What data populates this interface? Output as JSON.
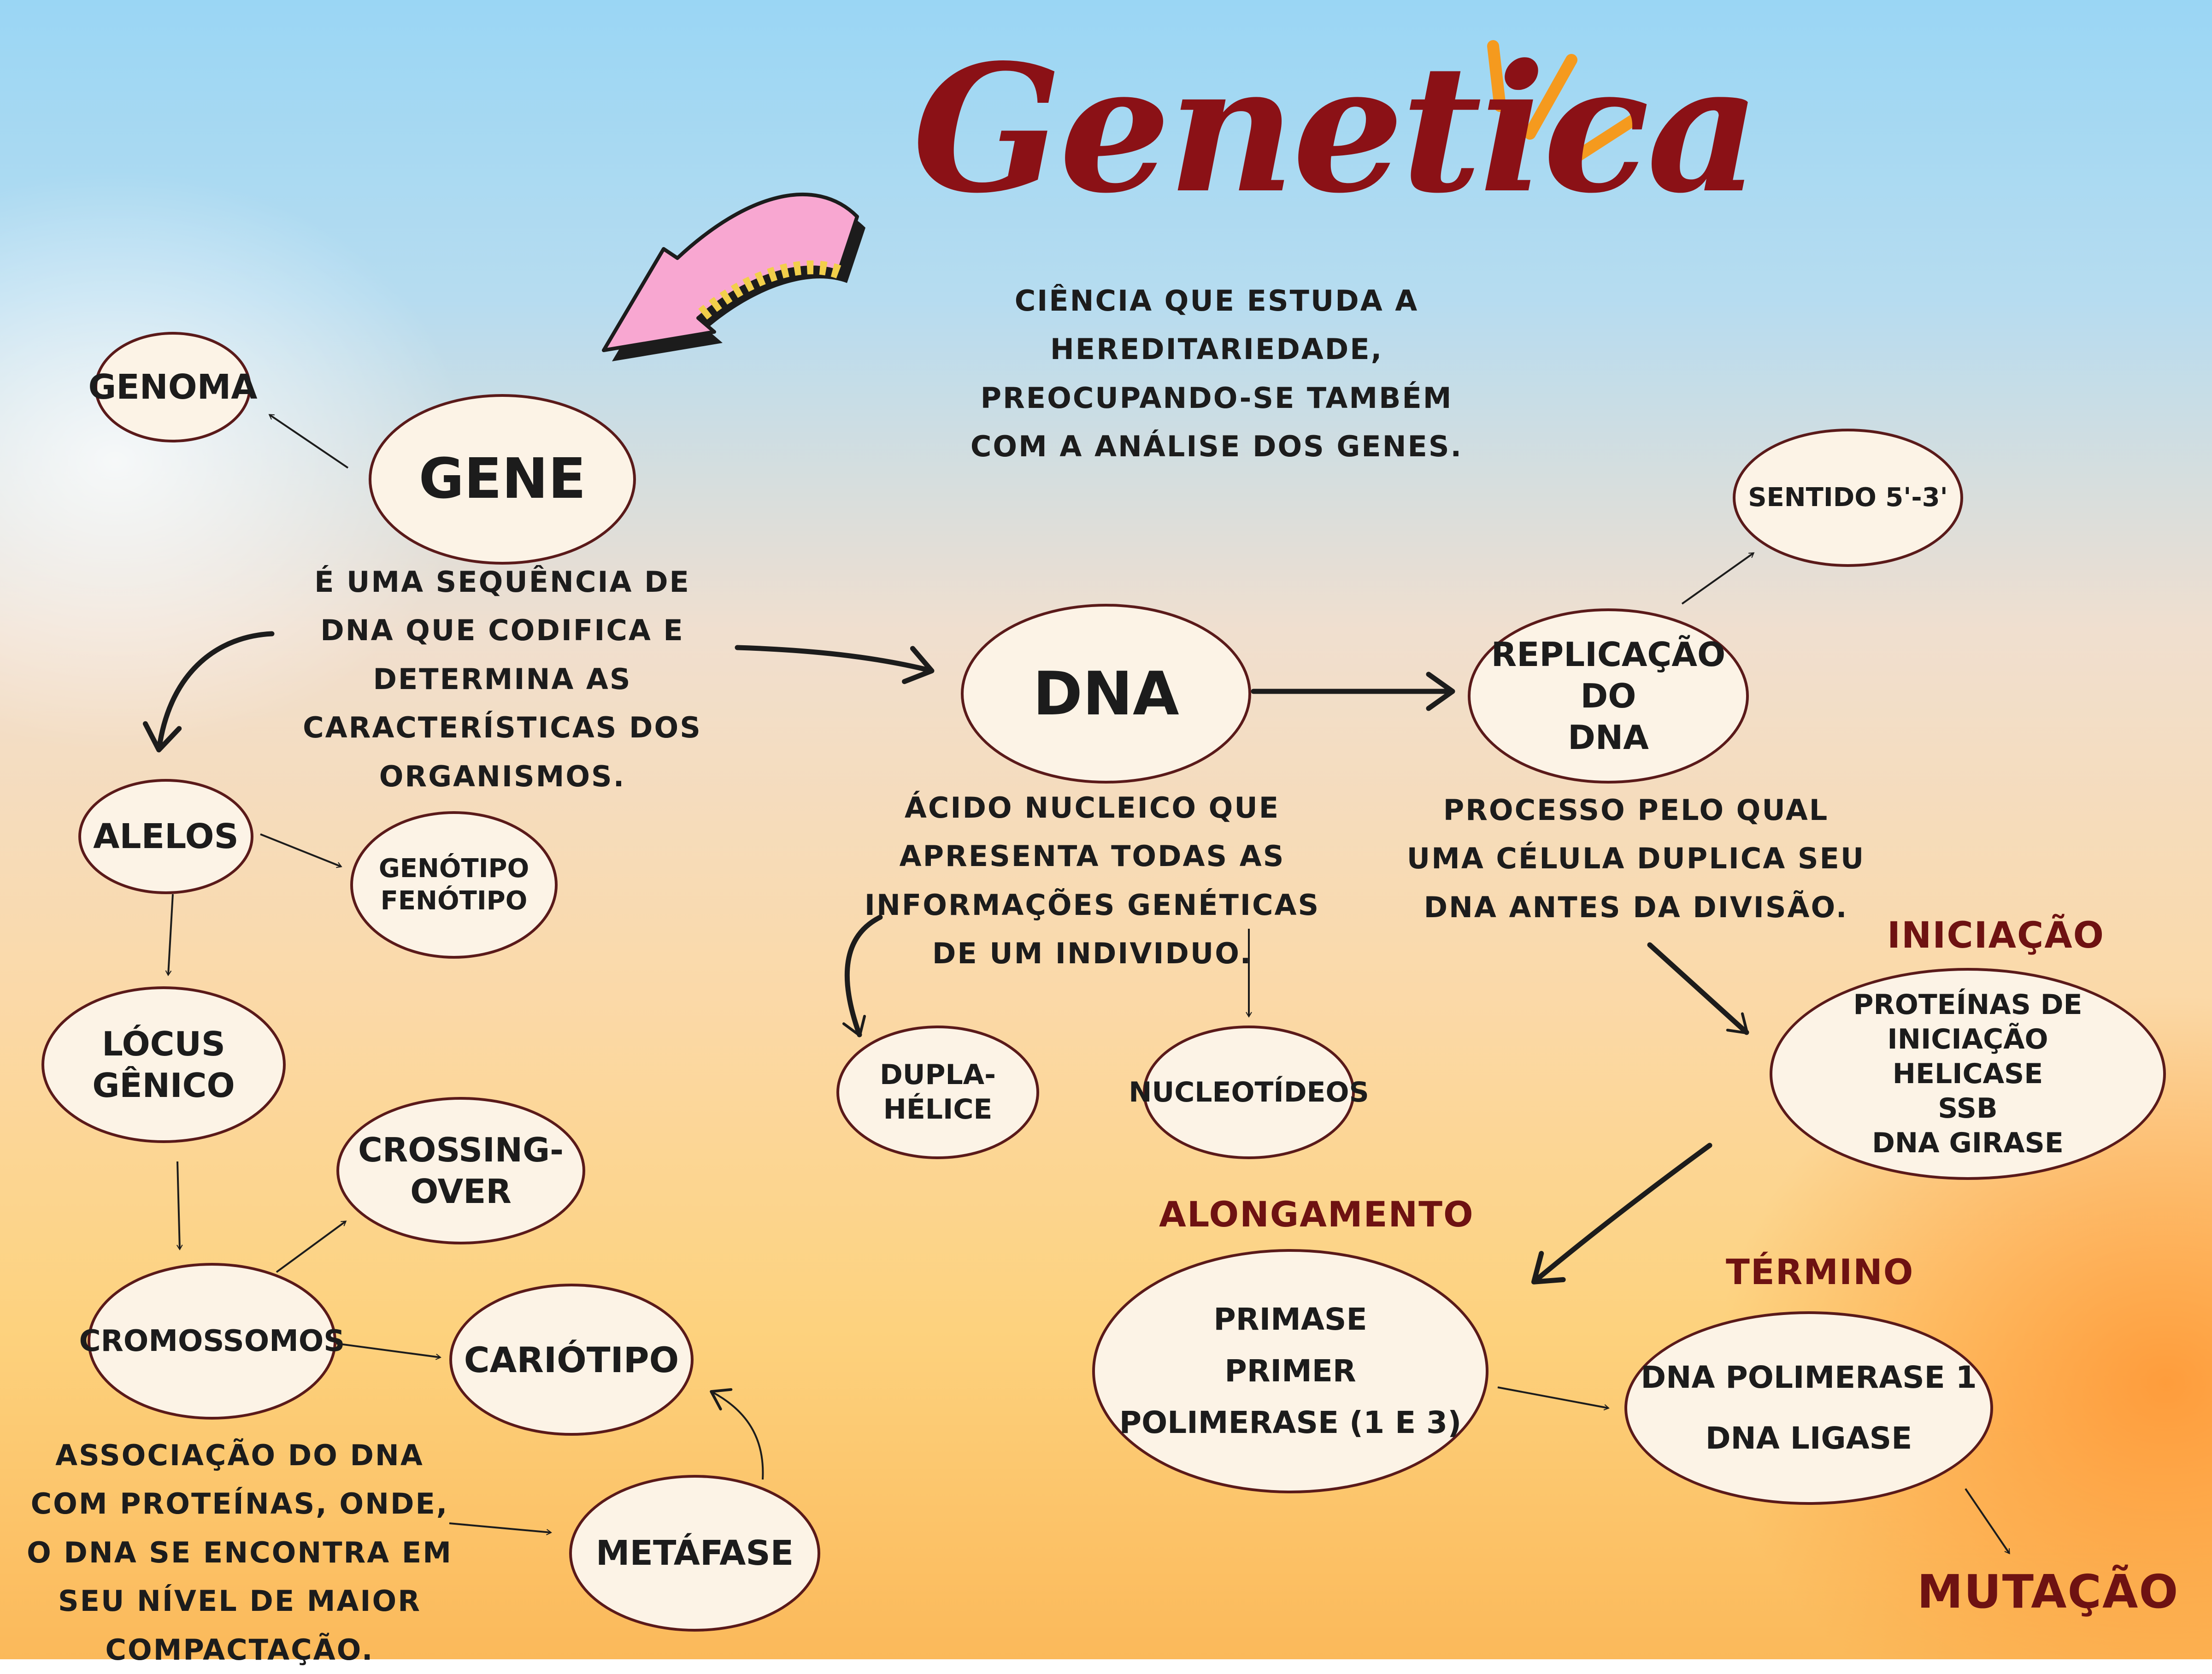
{
  "title": "Genetica",
  "definition": "CIÊNCIA QUE ESTUDA A HEREDITARIEDADE, PREOCUPANDO-SE TAMBÉM COM A ANÁLISE DOS GENES.",
  "nodes": {
    "genoma": "GENOMA",
    "gene": "GENE",
    "alelos": "ALELOS",
    "genotipo": "GENÓTIPO",
    "fenotipo": "FENÓTIPO",
    "locus": "LÓCUS GÊNICO",
    "crossing_1": "CROSSING-",
    "crossing_2": "OVER",
    "cromossomos": "CROMOSSOMOS",
    "cariotipo": "CARIÓTIPO",
    "metafase": "METÁFASE",
    "dna": "DNA",
    "dupla_helice": "DUPLA-HÉLICE",
    "nucleotideos": "NUCLEOTÍDEOS",
    "replicacao_1": "REPLICAÇÃO DO",
    "replicacao_2": "DNA",
    "sentido": "SENTIDO 5'-3'",
    "iniciacao_items": [
      "PROTEÍNAS DE INICIAÇÃO",
      "HELICASE",
      "SSB",
      "DNA GIRASE"
    ],
    "alongamento_items": [
      "PRIMASE",
      "PRIMER",
      "POLIMERASE (1 E 3)"
    ],
    "termino_items": [
      "DNA POLIMERASE 1",
      "DNA LIGASE"
    ]
  },
  "descriptions": {
    "gene": "É UMA SEQUÊNCIA DE DNA QUE CODIFICA E DETERMINA AS CARACTERÍSTICAS DOS ORGANISMOS.",
    "dna": "ÁCIDO NUCLEICO QUE APRESENTA TODAS AS INFORMAÇÕES GENÉTICAS DE UM INDIVIDUO.",
    "replicacao": "PROCESSO PELO QUAL UMA CÉLULA DUPLICA SEU DNA ANTES DA DIVISÃO.",
    "cromossomos": "ASSOCIAÇÃO DO DNA COM PROTEÍNAS, ONDE, O DNA SE ENCONTRA EM SEU NÍVEL DE MAIOR COMPACTAÇÃO."
  },
  "stages": {
    "iniciacao": "INICIAÇÃO",
    "alongamento": "ALONGAMENTO",
    "termino": "TÉRMINO",
    "mutacao": "MUTAÇÃO"
  },
  "colors": {
    "title": "#8b1116",
    "stage": "#6e1212",
    "node_border": "#5a1a1a",
    "node_fill": "#fcf3e6",
    "pink_arrow": "#f8a7d1",
    "arrow_stripes": "#f2cf4a",
    "sparks": "#f59a1e"
  },
  "icons": [
    "pink-curved-arrow-icon",
    "sparkle-lines-icon"
  ]
}
